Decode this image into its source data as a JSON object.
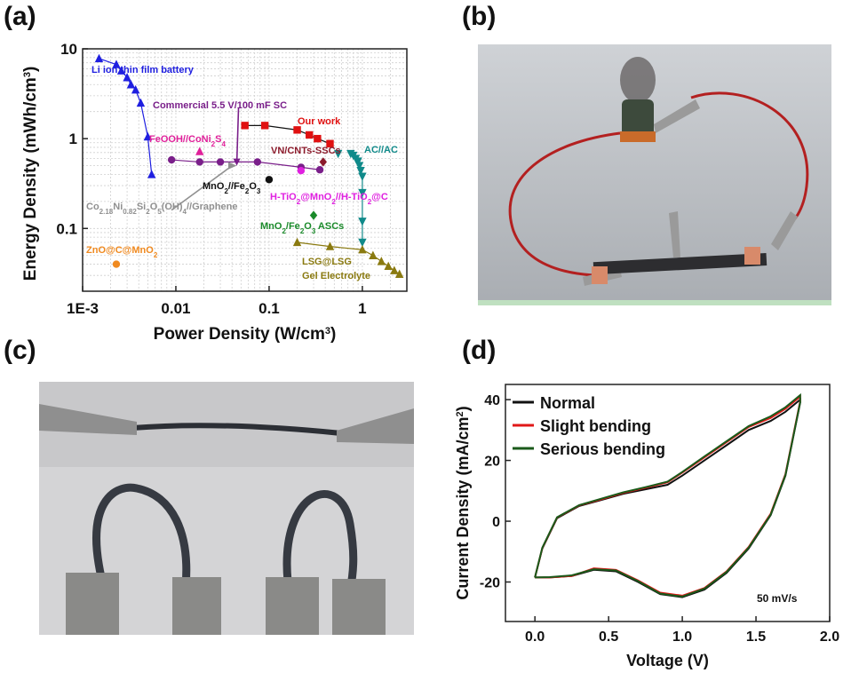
{
  "panels": {
    "a": "(a)",
    "b": "(b)",
    "c": "(c)",
    "d": "(d)"
  },
  "chart_data": [
    {
      "panel": "(a)",
      "type": "scatter",
      "xscale": "log",
      "yscale": "log",
      "xlabel": "Power Density (W/cm",
      "xlabel_sup": "3",
      "xlabel_end": ")",
      "ylabel": "Energy Density (mWh/cm",
      "ylabel_sup": "3",
      "ylabel_end": ")",
      "xlim": [
        0.001,
        3
      ],
      "ylim": [
        0.02,
        10
      ],
      "xticks": [
        {
          "v": 0.001,
          "label": "1E-3"
        },
        {
          "v": 0.01,
          "label": "0.01"
        },
        {
          "v": 0.1,
          "label": "0.1"
        },
        {
          "v": 1,
          "label": "1"
        }
      ],
      "yticks": [
        {
          "v": 0.1,
          "label": "0.1"
        },
        {
          "v": 1,
          "label": "1"
        },
        {
          "v": 10,
          "label": "10"
        }
      ],
      "grid": true,
      "series": [
        {
          "key": "li",
          "color": "#1f1fe0",
          "marker": "triangle",
          "line": true,
          "x": [
            0.0015,
            0.0023,
            0.0026,
            0.003,
            0.0033,
            0.0037,
            0.0042,
            0.005,
            0.0055
          ],
          "y": [
            7.8,
            6.7,
            5.7,
            4.8,
            4.0,
            3.5,
            2.5,
            1.05,
            0.4
          ]
        },
        {
          "key": "ours",
          "color": "#e01010",
          "marker": "square",
          "line": true,
          "x": [
            0.055,
            0.09,
            0.2,
            0.27,
            0.33,
            0.45
          ],
          "y": [
            1.4,
            1.4,
            1.25,
            1.1,
            1.0,
            0.88
          ]
        },
        {
          "key": "purple",
          "color": "#7a1f8a",
          "marker": "circle",
          "line": true,
          "x": [
            0.009,
            0.018,
            0.03,
            0.075,
            0.22,
            0.35
          ],
          "y": [
            0.58,
            0.55,
            0.55,
            0.55,
            0.48,
            0.45
          ]
        },
        {
          "key": "vn",
          "color": "#8b1a2b",
          "marker": "diamond",
          "line": false,
          "x": [
            0.38
          ],
          "y": [
            0.55
          ]
        },
        {
          "key": "mnfe",
          "color": "#111111",
          "marker": "circle",
          "line": false,
          "x": [
            0.1
          ],
          "y": [
            0.35
          ]
        },
        {
          "key": "feooh",
          "color": "#e0209a",
          "marker": "triangle",
          "line": false,
          "x": [
            0.018
          ],
          "y": [
            0.72
          ]
        },
        {
          "key": "htio",
          "color": "#e020e0",
          "marker": "circle",
          "line": false,
          "x": [
            0.22
          ],
          "y": [
            0.44
          ]
        },
        {
          "key": "acac",
          "color": "#108a8a",
          "marker": "tri-down",
          "line": true,
          "x": [
            0.75,
            0.8,
            0.85,
            0.9,
            0.93,
            0.96,
            1.0,
            1.0,
            1.0,
            1.0
          ],
          "y": [
            0.68,
            0.65,
            0.6,
            0.56,
            0.5,
            0.44,
            0.38,
            0.25,
            0.12,
            0.07
          ]
        },
        {
          "key": "acac2",
          "color": "#108a8a",
          "marker": "tri-down",
          "line": false,
          "x": [
            0.55
          ],
          "y": [
            0.68
          ]
        },
        {
          "key": "mnfeasc",
          "color": "#1a8a2a",
          "marker": "diamond",
          "line": false,
          "x": [
            0.3
          ],
          "y": [
            0.14
          ]
        },
        {
          "key": "lsg",
          "color": "#8a7a10",
          "marker": "triangle",
          "line": true,
          "x": [
            0.2,
            0.45,
            1.0,
            1.3,
            1.6,
            1.9,
            2.2,
            2.5
          ],
          "y": [
            0.07,
            0.063,
            0.058,
            0.05,
            0.043,
            0.038,
            0.034,
            0.031
          ]
        },
        {
          "key": "co",
          "color": "#909090",
          "marker": "triangle-right",
          "line": false,
          "x": [
            0.04
          ],
          "y": [
            0.5
          ]
        },
        {
          "key": "zno",
          "color": "#f08a20",
          "marker": "circle",
          "line": false,
          "x": [
            0.0023
          ],
          "y": [
            0.04
          ]
        }
      ],
      "annotations": [
        {
          "key": "li",
          "text": "Li ion thin film battery",
          "color": "#1f1fe0"
        },
        {
          "key": "commercial",
          "text": "Commercial 5.5 V/100 mF SC",
          "color": "#7a1f8a"
        },
        {
          "key": "ours",
          "text": "Our work",
          "color": "#e01010"
        },
        {
          "key": "feooh",
          "text": "FeOOH//CoNi",
          "sub": "2",
          "text2": "S",
          "sub2": "4",
          "color": "#e0209a"
        },
        {
          "key": "vn",
          "text": "VN/CNTs-SSCs",
          "color": "#8b1a2b"
        },
        {
          "key": "acac",
          "text": "AC//AC",
          "color": "#108a8a"
        },
        {
          "key": "mnfe",
          "text": "MnO",
          "sub": "2",
          "text2": "//Fe",
          "sub2": "2",
          "text3": "O",
          "sub3": "3",
          "color": "#111111"
        },
        {
          "key": "htio",
          "text": "H-TiO",
          "sub": "2",
          "text2": "@MnO",
          "sub2": "2",
          "text3": "//H-TiO",
          "sub3": "2",
          "text4": "@C",
          "color": "#e020e0"
        },
        {
          "key": "co",
          "text": "Co",
          "sub": "2.18",
          "text2": "Ni",
          "sub2": "0.82",
          "text3": "Si",
          "sub3": "2",
          "text4": "O",
          "sub4": "5",
          "text5": "(OH)",
          "sub5": "4",
          "text6": "//Graphene",
          "color": "#909090"
        },
        {
          "key": "mnfeasc",
          "text": "MnO",
          "sub": "2",
          "text2": "/Fe",
          "sub2": "2",
          "text3": "O",
          "sub3": "3",
          "text4": " ASCs",
          "color": "#1a8a2a"
        },
        {
          "key": "zno",
          "text": "ZnO@C@MnO",
          "sub": "2",
          "color": "#f08a20"
        },
        {
          "key": "lsg",
          "text": "LSG@LSG",
          "color": "#8a7a10"
        },
        {
          "key": "lsg2",
          "text": "Gel Electrolyte",
          "color": "#8a7a10"
        }
      ]
    },
    {
      "panel": "(d)",
      "type": "line",
      "xlabel": "Voltage (V)",
      "ylabel": "Current Density (mA/cm",
      "ylabel_sup": "2",
      "ylabel_end": ")",
      "xlim": [
        -0.2,
        2.0
      ],
      "ylim": [
        -33,
        45
      ],
      "xticks": [
        0.0,
        0.5,
        1.0,
        1.5,
        2.0
      ],
      "xticklabels": [
        "0.0",
        "0.5",
        "1.0",
        "1.5",
        "2.0"
      ],
      "yticks": [
        -20,
        0,
        20,
        40
      ],
      "yticklabels": [
        "-20",
        "0",
        "20",
        "40"
      ],
      "annotation": "50 mV/s",
      "legend_position": "top-left",
      "series": [
        {
          "name": "Normal",
          "color": "#111111",
          "x": [
            0.0,
            0.1,
            0.25,
            0.4,
            0.55,
            0.7,
            0.85,
            1.0,
            1.15,
            1.3,
            1.45,
            1.6,
            1.7,
            1.8,
            1.8,
            1.7,
            1.6,
            1.45,
            1.3,
            1.15,
            1.0,
            0.9,
            0.75,
            0.6,
            0.45,
            0.3,
            0.15,
            0.05,
            0.0
          ],
          "y": [
            -18.5,
            -18.5,
            -18,
            -16,
            -16.5,
            -20,
            -24,
            -25,
            -22.5,
            -17,
            -9,
            2,
            15,
            39,
            40,
            36,
            33,
            30,
            25,
            20,
            15,
            12,
            10.5,
            9,
            7,
            5,
            1,
            -9,
            -18.5
          ]
        },
        {
          "name": "Slight bending",
          "color": "#e01818",
          "x": [
            0.0,
            0.1,
            0.25,
            0.4,
            0.55,
            0.7,
            0.85,
            1.0,
            1.15,
            1.3,
            1.45,
            1.6,
            1.7,
            1.8,
            1.8,
            1.7,
            1.6,
            1.45,
            1.3,
            1.15,
            1.0,
            0.9,
            0.75,
            0.6,
            0.45,
            0.3,
            0.15,
            0.05,
            0.0
          ],
          "y": [
            -18.5,
            -18.5,
            -18,
            -15.5,
            -16,
            -19.5,
            -23.5,
            -24.5,
            -22,
            -16.5,
            -8.5,
            2.5,
            15.5,
            39.5,
            41,
            37,
            34,
            31,
            26,
            21,
            16,
            12.8,
            11,
            9.3,
            7.2,
            5.2,
            1.2,
            -8.8,
            -18.5
          ]
        },
        {
          "name": "Serious bending",
          "color": "#1a5a1a",
          "x": [
            0.0,
            0.1,
            0.25,
            0.4,
            0.55,
            0.7,
            0.85,
            1.0,
            1.15,
            1.3,
            1.45,
            1.6,
            1.7,
            1.8,
            1.8,
            1.7,
            1.6,
            1.45,
            1.3,
            1.15,
            1.0,
            0.9,
            0.75,
            0.6,
            0.45,
            0.3,
            0.15,
            0.05,
            0.0
          ],
          "y": [
            -18.5,
            -18.4,
            -17.8,
            -15.8,
            -16.2,
            -19.7,
            -23.8,
            -24.8,
            -22.2,
            -16.7,
            -8.7,
            2.2,
            15.2,
            39.2,
            41.5,
            37.5,
            34.5,
            31.3,
            26.3,
            21.3,
            16.2,
            13,
            11.2,
            9.5,
            7.4,
            5.3,
            1.3,
            -8.7,
            -18.5
          ]
        }
      ]
    }
  ],
  "icons": {
    "b": "circuit-photo",
    "c": "bending-photo"
  }
}
